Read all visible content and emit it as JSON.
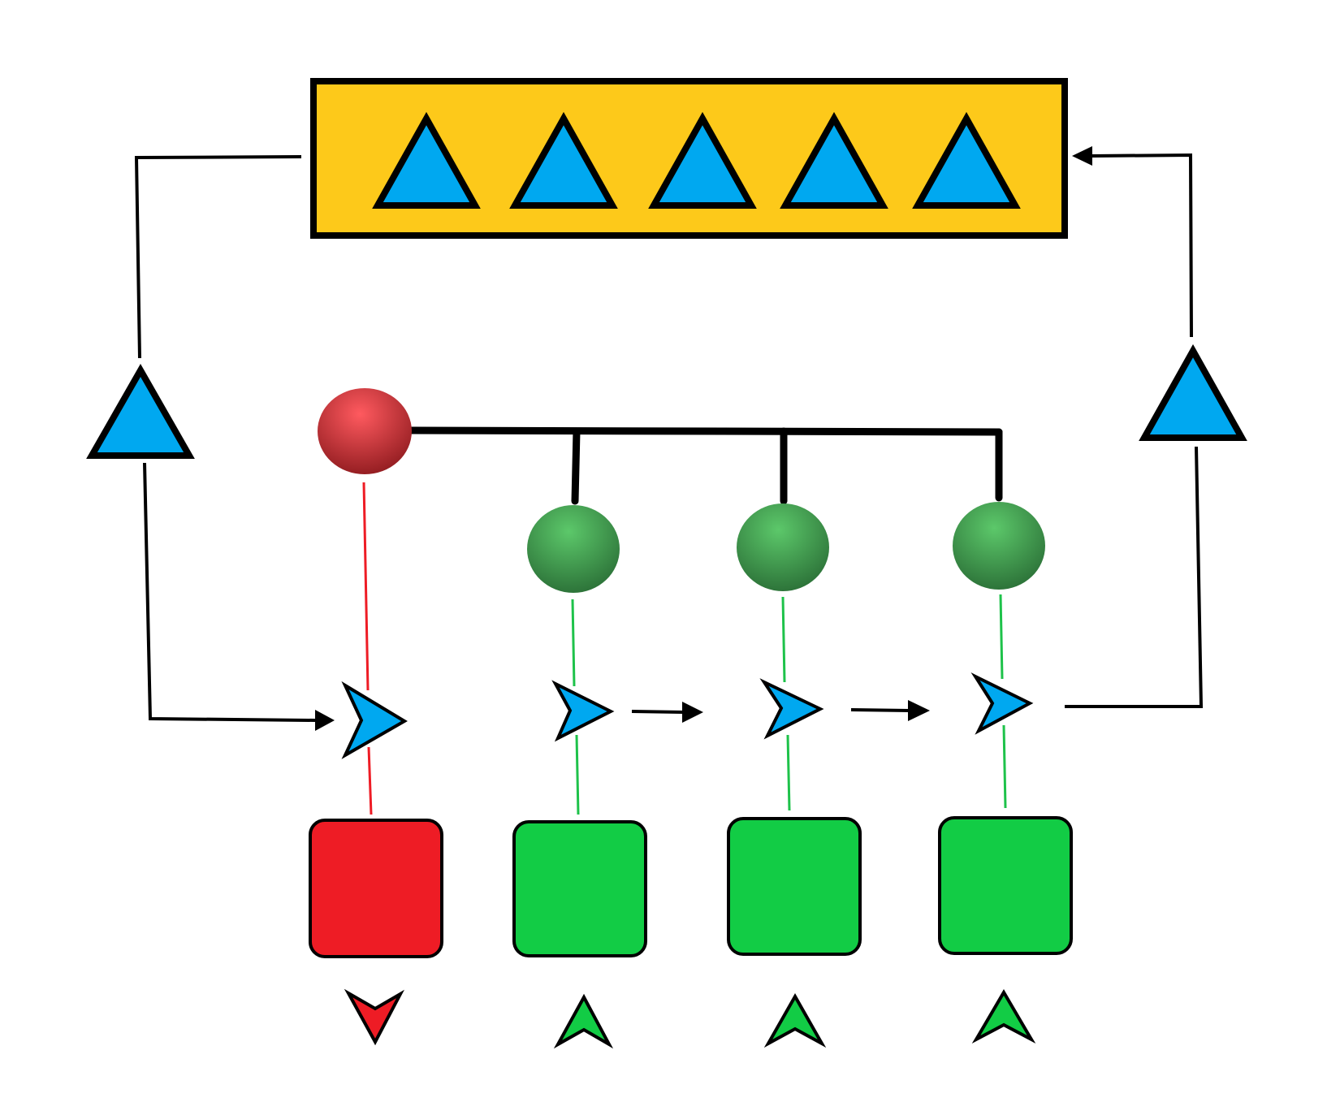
{
  "colors": {
    "buffer_fill": "#FDC91A",
    "triangle_fill": "#00A8F0",
    "outline": "#000000",
    "red": "#EE1C25",
    "red_line": "#EE1C25",
    "green": "#12CC45",
    "green_line": "#1EC24A",
    "red_node_light": "#FF5A5F",
    "red_node_dark": "#8E1A1E",
    "green_node_light": "#5CC86A",
    "green_node_dark": "#2A6E36"
  },
  "diagram": {
    "buffer_triangle_count": 5,
    "columns": [
      {
        "state": "red",
        "outcome_arrow": "down-arrow-icon"
      },
      {
        "state": "green",
        "outcome_arrow": "up-arrow-icon"
      },
      {
        "state": "green",
        "outcome_arrow": "up-arrow-icon"
      },
      {
        "state": "green",
        "outcome_arrow": "up-arrow-icon"
      }
    ]
  }
}
